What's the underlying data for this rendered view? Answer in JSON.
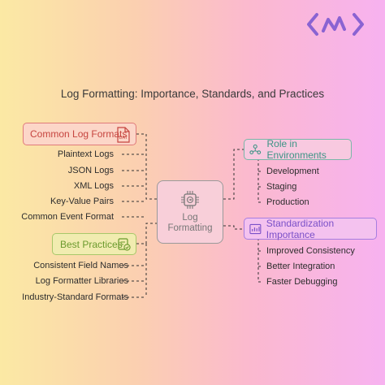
{
  "title": "Log Formatting: Importance, Standards, and Practices",
  "center": {
    "line1": "Log",
    "line2": "Formatting"
  },
  "branches": {
    "common_log_formats": {
      "label": "Common Log Formats",
      "items": [
        "Plaintext Logs",
        "JSON Logs",
        "XML Logs",
        "Key-Value Pairs",
        "Common Event Format"
      ]
    },
    "best_practices": {
      "label": "Best Practices",
      "items": [
        "Consistent Field Names",
        "Log Formatter Libraries",
        "Industry-Standard Formats"
      ]
    },
    "role_in_environments": {
      "label": "Role in Environments",
      "items": [
        "Development",
        "Staging",
        "Production"
      ]
    },
    "standardization_importance": {
      "label": "Standardization Importance",
      "items": [
        "Improved Consistency",
        "Better Integration",
        "Faster Debugging"
      ]
    }
  },
  "icons": {
    "logo": "napkin-logo-icon",
    "common_log_formats": "dat-file-icon",
    "best_practices": "checklist-icon",
    "role_in_environments": "network-icon",
    "standardization_importance": "chart-icon",
    "center": "chip-icon"
  },
  "colors": {
    "red": "#e07b7b",
    "green": "#a8c86a",
    "teal": "#79b7a8",
    "purple": "#a67ee0",
    "logo": "#8a63d2"
  }
}
